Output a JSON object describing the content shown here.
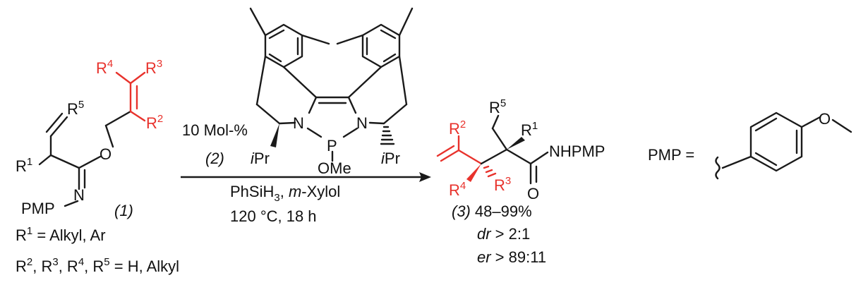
{
  "reactant": {
    "compound_number": "(1)",
    "labels": {
      "R5": "R",
      "R5_sup": "5",
      "R4": "R",
      "R4_sup": "4",
      "R3": "R",
      "R3_sup": "3",
      "R2": "R",
      "R2_sup": "2",
      "R1": "R",
      "R1_sup": "1",
      "O": "O",
      "N": "N",
      "PMP": "PMP"
    },
    "definitions": {
      "r1_line_a": "R",
      "r1_line_sup": "1",
      "r1_line_b": " = Alkyl, Ar",
      "r2_R2": "R",
      "r2_s2": "2",
      "r2_c1": ", R",
      "r2_s3": "3",
      "r2_c2": ", R",
      "r2_s4": "4",
      "r2_c3": ", R",
      "r2_s5": "5",
      "r2_tail": " = H, Alkyl"
    }
  },
  "catalyst": {
    "loading": "10 Mol-%",
    "compound_number": "(2)",
    "atoms": {
      "N_left": "N",
      "N_right": "N",
      "P": "P",
      "OMe": "OMe"
    },
    "substituent_left": {
      "i": "i",
      "rest": "Pr"
    },
    "substituent_right": {
      "i": "i",
      "rest": "Pr"
    }
  },
  "conditions": {
    "reagent_a": "PhSiH",
    "reagent_a_sub": "3",
    "reagent_sep": ", ",
    "solvent_italic": "m",
    "solvent_rest": "-Xylol",
    "temperature_time": "120 °C, 18 h"
  },
  "product": {
    "compound_number": "(3)",
    "yield": "48–99%",
    "dr_label": "dr",
    "dr_value": " > 2:1",
    "er_label": "er",
    "er_value": " > 89:11",
    "labels": {
      "R5": "R",
      "R5_sup": "5",
      "R2": "R",
      "R2_sup": "2",
      "R1": "R",
      "R1_sup": "1",
      "R4": "R",
      "R4_sup": "4",
      "R3": "R",
      "R3_sup": "3",
      "NHPMP": "NHPMP",
      "O": "O"
    }
  },
  "pmp_definition": {
    "label": "PMP =",
    "O": "O"
  },
  "colors": {
    "highlight": "#e8322c",
    "ink": "#111111"
  }
}
